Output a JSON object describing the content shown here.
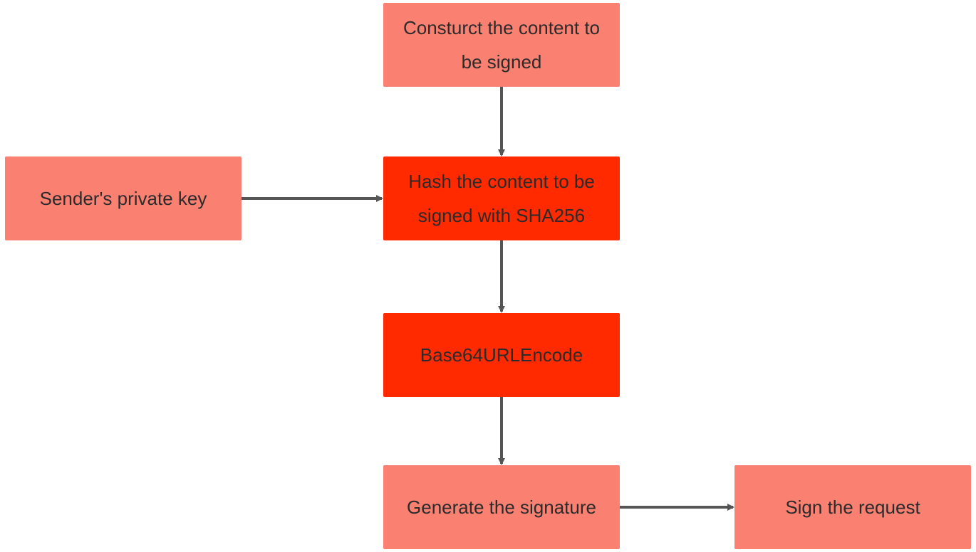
{
  "diagram": {
    "nodes": {
      "construct": "Consturct the content to be signed",
      "hash": "Hash the content to be signed with SHA256",
      "private_key": "Sender's private key",
      "encode": "Base64URLEncode",
      "generate": "Generate the signature",
      "sign": "Sign the request"
    },
    "edges": [
      {
        "from": "construct",
        "to": "hash"
      },
      {
        "from": "private_key",
        "to": "hash"
      },
      {
        "from": "hash",
        "to": "encode"
      },
      {
        "from": "encode",
        "to": "generate"
      },
      {
        "from": "generate",
        "to": "sign"
      }
    ],
    "colors": {
      "light_node": "#fa8072",
      "highlight_node": "#ff2a00",
      "arrow": "#555555",
      "text": "#2b2b2b"
    }
  }
}
